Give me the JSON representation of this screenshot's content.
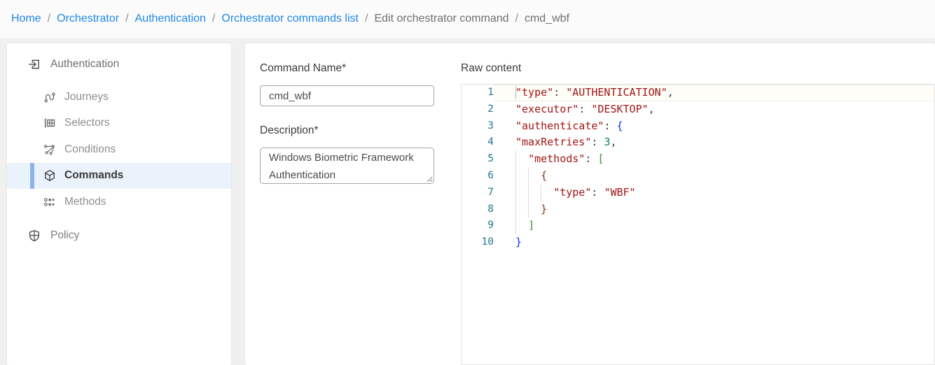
{
  "breadcrumb": {
    "separator": "/",
    "items": [
      {
        "label": "Home",
        "link": true
      },
      {
        "label": "Orchestrator",
        "link": true
      },
      {
        "label": "Authentication",
        "link": true
      },
      {
        "label": "Orchestrator commands list",
        "link": true
      },
      {
        "label": "Edit orchestrator command",
        "link": false
      },
      {
        "label": "cmd_wbf",
        "link": false
      }
    ]
  },
  "sidebar": {
    "header": {
      "label": "Authentication",
      "icon": "login-icon"
    },
    "items": [
      {
        "label": "Journeys",
        "icon": "journeys-route-icon",
        "active": false
      },
      {
        "label": "Selectors",
        "icon": "selectors-table-icon",
        "active": false
      },
      {
        "label": "Conditions",
        "icon": "conditions-branch-icon",
        "active": false
      },
      {
        "label": "Commands",
        "icon": "commands-cube-icon",
        "active": true
      },
      {
        "label": "Methods",
        "icon": "methods-dots-icon",
        "active": false
      }
    ],
    "policy": {
      "label": "Policy",
      "icon": "policy-shield-icon"
    }
  },
  "form": {
    "command_name_label": "Command Name*",
    "command_name_value": "cmd_wbf",
    "description_label": "Description*",
    "description_value": "Windows Biometric Framework Authentication"
  },
  "editor": {
    "label": "Raw content",
    "language": "json",
    "active_line": 1,
    "lines": [
      {
        "n": 1,
        "guides": [],
        "tokens": [
          [
            "\"type\"",
            "s"
          ],
          [
            ": ",
            "p"
          ],
          [
            "\"AUTHENTICATION\"",
            "s"
          ],
          [
            ",",
            "p"
          ]
        ]
      },
      {
        "n": 2,
        "guides": [],
        "tokens": [
          [
            "\"executor\"",
            "s"
          ],
          [
            ": ",
            "p"
          ],
          [
            "\"DESKTOP\"",
            "s"
          ],
          [
            ",",
            "p"
          ]
        ]
      },
      {
        "n": 3,
        "guides": [],
        "tokens": [
          [
            "\"authenticate\"",
            "s"
          ],
          [
            ": ",
            "p"
          ],
          [
            "{",
            "b1"
          ]
        ]
      },
      {
        "n": 4,
        "guides": [],
        "tokens": [
          [
            "\"maxRetries\"",
            "s"
          ],
          [
            ": ",
            "p"
          ],
          [
            "3",
            "n"
          ],
          [
            ",",
            "p"
          ]
        ]
      },
      {
        "n": 5,
        "guides": [
          0
        ],
        "tokens": [
          [
            "  ",
            "p"
          ],
          [
            "\"methods\"",
            "s"
          ],
          [
            ": ",
            "p"
          ],
          [
            "[",
            "b2"
          ]
        ]
      },
      {
        "n": 6,
        "guides": [
          0,
          2
        ],
        "tokens": [
          [
            "    ",
            "p"
          ],
          [
            "{",
            "b3"
          ]
        ]
      },
      {
        "n": 7,
        "guides": [
          0,
          2,
          4
        ],
        "tokens": [
          [
            "      ",
            "p"
          ],
          [
            "\"type\"",
            "s"
          ],
          [
            ": ",
            "p"
          ],
          [
            "\"WBF\"",
            "s"
          ]
        ]
      },
      {
        "n": 8,
        "guides": [
          0,
          2
        ],
        "tokens": [
          [
            "    ",
            "p"
          ],
          [
            "}",
            "b3"
          ]
        ]
      },
      {
        "n": 9,
        "guides": [
          0
        ],
        "tokens": [
          [
            "  ",
            "p"
          ],
          [
            "]",
            "b2"
          ]
        ]
      },
      {
        "n": 10,
        "guides": [],
        "tokens": [
          [
            "}",
            "b1"
          ]
        ]
      }
    ]
  },
  "colors": {
    "link_blue": "#1f87e8",
    "page_bg": "#f0f0f1",
    "card_bg": "#ffffff",
    "active_item_bg": "#eaf2fb",
    "active_item_bar": "#8db4e8",
    "line_number": "#237893",
    "editor_string": "#a31515",
    "editor_number": "#098658",
    "editor_punct": "#3b3b3b",
    "bracket_level1": "#0431fa",
    "bracket_level2": "#319331",
    "bracket_level3": "#7b3814"
  }
}
